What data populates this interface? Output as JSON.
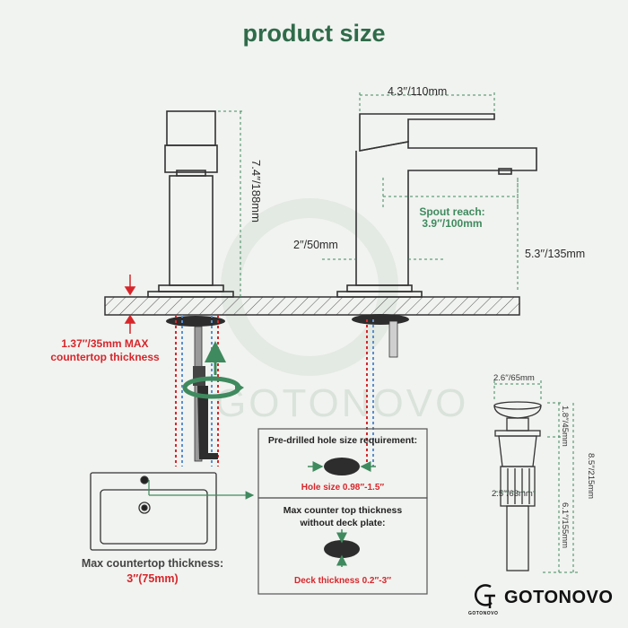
{
  "title": "product size",
  "dimensions": {
    "height_total": "7.4′′/188mm",
    "width_top": "4.3′′/110mm",
    "spout_reach_label": "Spout reach:",
    "spout_reach_value": "3.9′′/100mm",
    "base_width": "2′′/50mm",
    "spout_height": "5.3′′/135mm",
    "max_countertop_line1": "1.37′′/35mm MAX",
    "max_countertop_line2": "countertop thickness"
  },
  "drain": {
    "cap_width": "2.6′′/65mm",
    "cap_height": "1.8′′/45mm",
    "body_width": "2.5′′/63mm",
    "lower_height": "6.1′′/155mm",
    "total_height": "8.5′′/215mm"
  },
  "hole_box": {
    "title": "Pre-drilled hole size requirement:",
    "value": "Hole size 0.98′′-1.5′′"
  },
  "thickness_box": {
    "title_line1": "Max counter top thickness",
    "title_line2": "without deck plate:",
    "value": "Deck thickness 0.2′′-3′′"
  },
  "max_countertop": {
    "label": "Max countertop thickness:",
    "value": "3′′(75mm)"
  },
  "brand": {
    "name": "GOTONOVO",
    "logo_sub": "GOTONOVO",
    "watermark": "GOTONOVO"
  },
  "colors": {
    "title_green": "#2f6b4a",
    "accent_green": "#3f8a5e",
    "red": "#d7262b",
    "line": "#333333",
    "background": "#f1f3f0"
  }
}
